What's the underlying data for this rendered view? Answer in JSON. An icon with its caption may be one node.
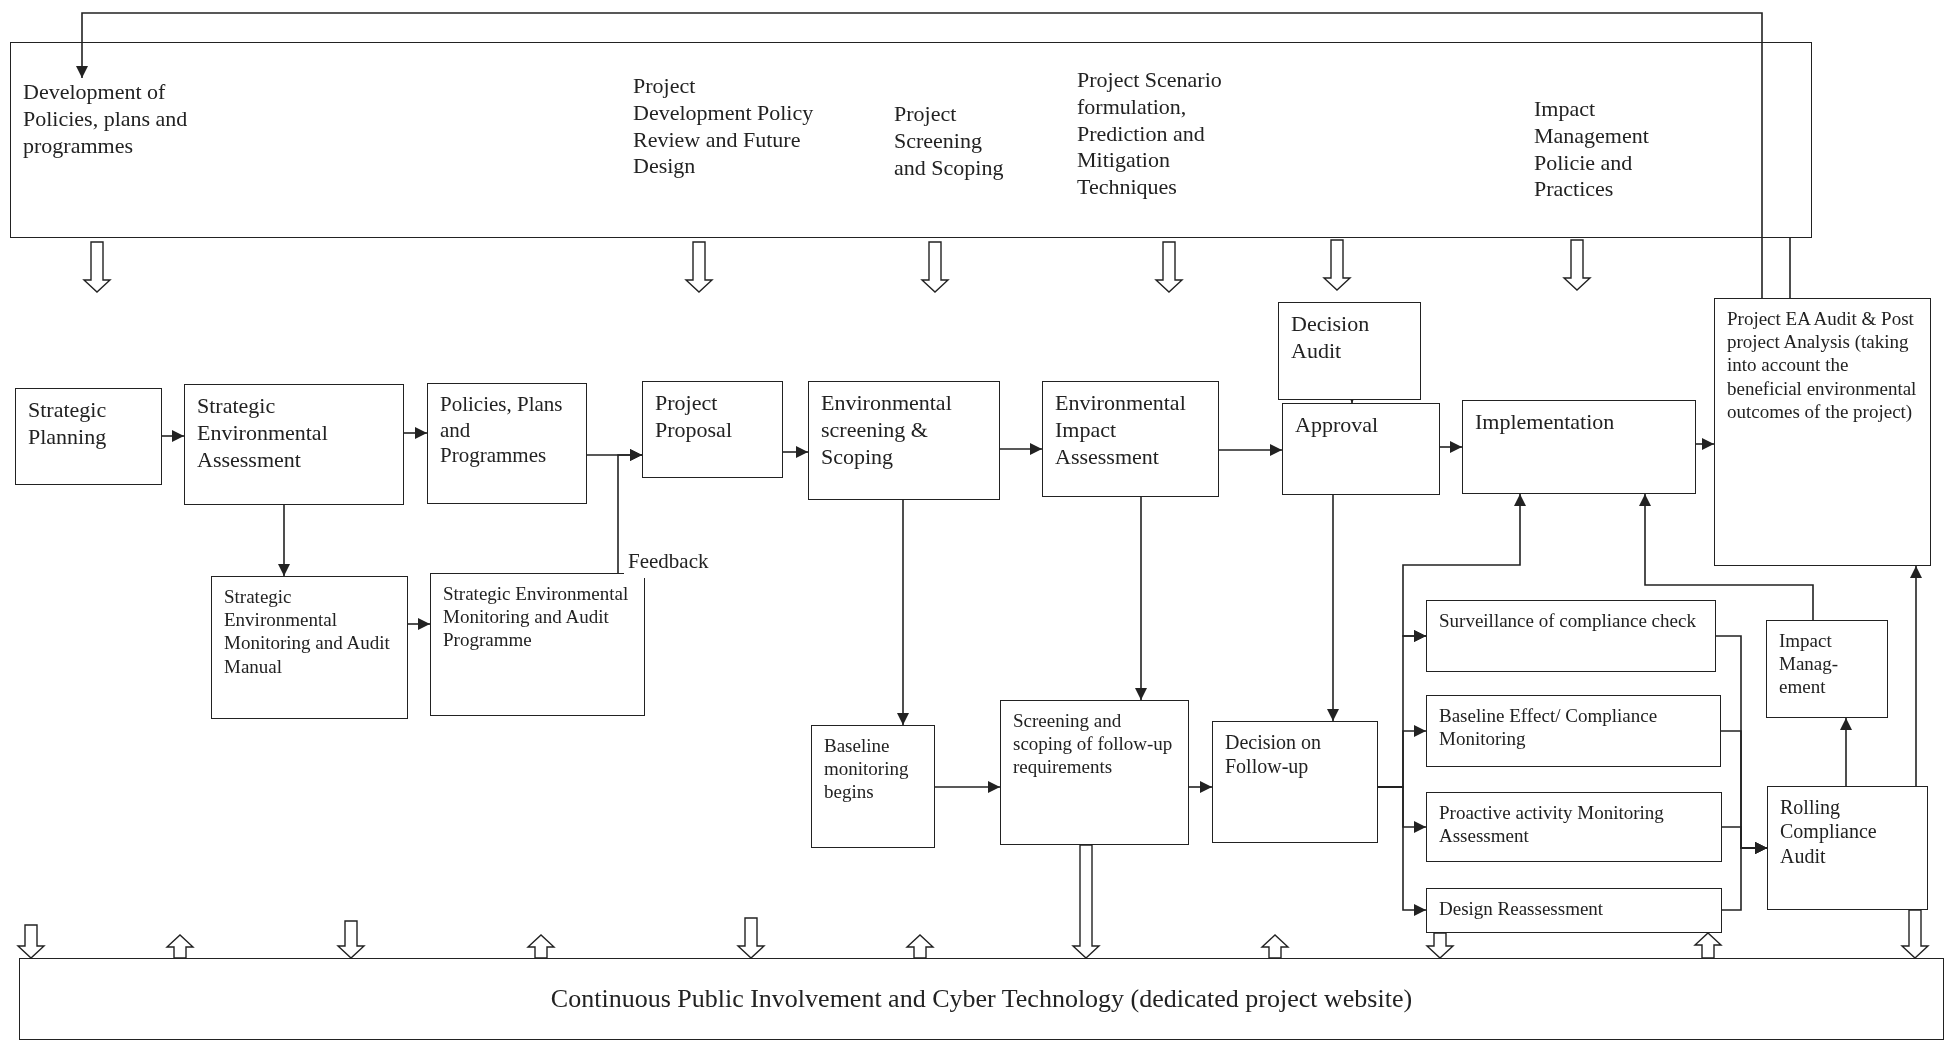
{
  "diagram": {
    "nodes": [
      {
        "text": [],
        "shape": "box"
      },
      {
        "text": [
          "Development of Policies, plans and programmes"
        ],
        "in": 0
      },
      {
        "text": [
          "Project Development Policy Review and Future Design"
        ],
        "in": 0
      },
      {
        "text": [
          "Project Screening and Scoping"
        ],
        "in": 0
      },
      {
        "text": [
          "Project Scenario formulation, Prediction and Mitigation Techniques"
        ],
        "in": 0
      },
      {
        "text": [
          "Impact Management Policie and Practices"
        ],
        "in": 0
      },
      {
        "text": [
          "Strategic Planning"
        ]
      },
      {
        "text": [
          "Strategic Environmental Assessment"
        ]
      },
      {
        "text": [
          "Policies, Plans and Programmes"
        ]
      },
      {
        "text": [
          "Project Proposal"
        ]
      },
      {
        "text": [
          "Environmental screening & Scoping"
        ]
      },
      {
        "text": [
          "Environmental Impact Assessment"
        ]
      },
      {
        "text": [
          "Decision Audit"
        ]
      },
      {
        "text": [
          "Approval"
        ]
      },
      {
        "text": [
          "Implementation"
        ]
      },
      {
        "text": [
          "Project EA Audit & Post project Analysis (taking into account the beneficial environmental outcomes of the project)"
        ]
      },
      {
        "text": [
          "Strategic Environmental Monitoring and Audit Manual"
        ]
      },
      {
        "text": [
          "Strategic Environmental Monitoring and Audit Programme"
        ]
      },
      {
        "text": [
          "Baseline monitoring begins"
        ]
      },
      {
        "text": [
          "Screening and scoping of follow-up requirements"
        ]
      },
      {
        "text": [
          "Decision on Follow-up"
        ]
      },
      {
        "text": [
          "Surveillance of compliance check"
        ]
      },
      {
        "text": [
          "Baseline Effect/ Compliance Monitoring"
        ]
      },
      {
        "text": [
          "Proactive activity Monitoring Assessment"
        ]
      },
      {
        "text": [
          "Design Reassessment"
        ]
      },
      {
        "text": [
          "Impact Manag-ement"
        ]
      },
      {
        "text": [
          "Rolling Compliance Audit"
        ]
      },
      {
        "text": [
          "Continuous Public Involvement and Cyber Technology (dedicated project website)"
        ]
      }
    ],
    "edges": [
      {
        "from": 15,
        "to": 1,
        "arrow": "to"
      },
      {
        "from": 0,
        "to": 15,
        "arrow": "none"
      },
      {
        "from": 6,
        "to": 7,
        "arrow": "to"
      },
      {
        "from": 7,
        "to": 8,
        "arrow": "to"
      },
      {
        "from": 8,
        "to": 9,
        "arrow": "to"
      },
      {
        "from": 17,
        "to": 9,
        "arrow": "to",
        "label": "Feedback"
      },
      {
        "from": 7,
        "to": 16,
        "arrow": "to"
      },
      {
        "from": 16,
        "to": 17,
        "arrow": "to"
      },
      {
        "from": 9,
        "to": 10,
        "arrow": "to"
      },
      {
        "from": 10,
        "to": 11,
        "arrow": "to"
      },
      {
        "from": 11,
        "to": 13,
        "arrow": "to"
      },
      {
        "from": 12,
        "to": 13,
        "arrow": "to"
      },
      {
        "from": 13,
        "to": 14,
        "arrow": "to"
      },
      {
        "from": 14,
        "to": 15,
        "arrow": "to"
      },
      {
        "from": 10,
        "to": 18,
        "arrow": "to"
      },
      {
        "from": 11,
        "to": 19,
        "arrow": "to"
      },
      {
        "from": 13,
        "to": 20,
        "arrow": "to"
      },
      {
        "from": 18,
        "to": 19,
        "arrow": "to"
      },
      {
        "from": 19,
        "to": 20,
        "arrow": "to"
      },
      {
        "from": 20,
        "to": 21,
        "arrow": "to"
      },
      {
        "from": 20,
        "to": 22,
        "arrow": "to"
      },
      {
        "from": 20,
        "to": 23,
        "arrow": "to"
      },
      {
        "from": 20,
        "to": 24,
        "arrow": "to"
      },
      {
        "from": 21,
        "to": 14,
        "arrow": "both"
      },
      {
        "from": 21,
        "to": 26,
        "arrow": "to"
      },
      {
        "from": 22,
        "to": 26,
        "arrow": "to"
      },
      {
        "from": 23,
        "to": 26,
        "arrow": "to"
      },
      {
        "from": 24,
        "to": 26,
        "arrow": "to"
      },
      {
        "from": 26,
        "to": 25,
        "arrow": "to"
      },
      {
        "from": 25,
        "to": 14,
        "arrow": "to"
      },
      {
        "from": 26,
        "to": 15,
        "arrow": "to"
      },
      {
        "from": 19,
        "to": 27,
        "arrow": "to",
        "style": "thick"
      },
      {
        "from": 24,
        "to": 27,
        "arrow": "to",
        "style": "thick"
      },
      {
        "from": 27,
        "to": 24,
        "arrow": "to",
        "style": "thick"
      },
      {
        "from": 26,
        "to": 27,
        "arrow": "to",
        "style": "thick"
      }
    ]
  }
}
